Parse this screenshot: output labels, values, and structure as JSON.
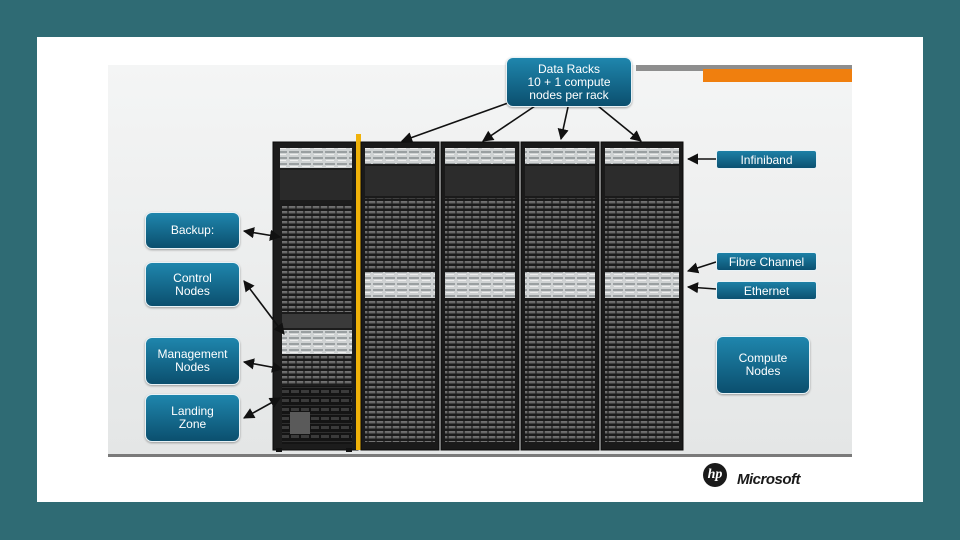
{
  "callouts": {
    "data_racks": "Data Racks\n10 + 1 compute\nnodes per rack",
    "backup": "Backup:",
    "control_nodes": "Control\nNodes",
    "management_nodes": "Management\nNodes",
    "landing_zone": "Landing\nZone",
    "compute_nodes": "Compute\nNodes"
  },
  "tags": {
    "infiniband": "Infiniband",
    "fibre_channel": "Fibre Channel",
    "ethernet": "Ethernet"
  },
  "logos": {
    "hp": "hp",
    "microsoft": "Microsoft"
  },
  "colors": {
    "background": "#2f6b74",
    "callout_blue": "#12658a",
    "accent_orange": "#f07f0e",
    "accent_yellow": "#f0b20a"
  }
}
